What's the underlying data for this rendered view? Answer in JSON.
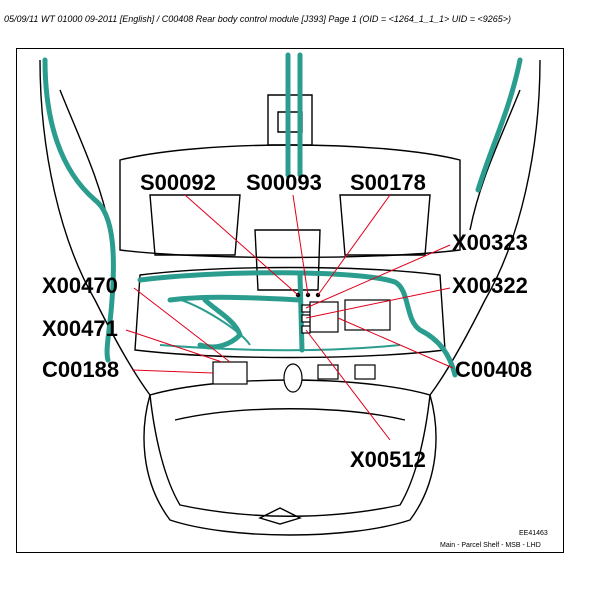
{
  "header": "05/09/11  WT 01000 09-2011 [English] / C00408 Rear body control module [J393]  Page 1  (OID = <1264_1_1_1> UID = <9265>)",
  "callouts": [
    {
      "id": "S00092",
      "label": "S00092"
    },
    {
      "id": "S00093",
      "label": "S00093"
    },
    {
      "id": "S00178",
      "label": "S00178"
    },
    {
      "id": "X00323",
      "label": "X00323"
    },
    {
      "id": "X00322",
      "label": "X00322"
    },
    {
      "id": "X00470",
      "label": "X00470"
    },
    {
      "id": "X00471",
      "label": "X00471"
    },
    {
      "id": "C00188",
      "label": "C00188"
    },
    {
      "id": "C00408",
      "label": "C00408"
    },
    {
      "id": "X00512",
      "label": "X00512"
    }
  ],
  "footer": {
    "ref": "EE41463",
    "caption": "Main - Parcel Shelf - MSB - LHD"
  },
  "colors": {
    "harness": "#2a9d8f",
    "leader": "#e0001b",
    "outline": "#000000"
  }
}
